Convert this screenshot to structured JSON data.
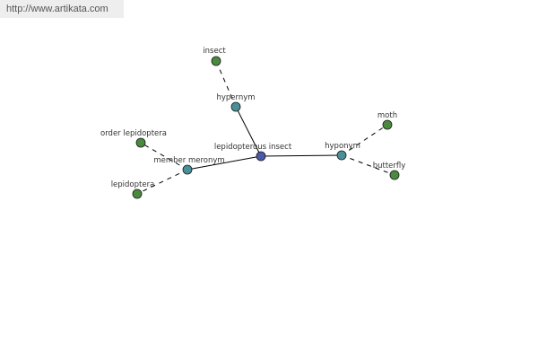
{
  "banner": {
    "url_text": "http://www.artikata.com"
  },
  "colors": {
    "root_node": "#4a5aa8",
    "relation_node": "#4a9098",
    "leaf_node": "#4a8a3e",
    "node_stroke": "#1a1a1a",
    "edge": "#000000",
    "label": "#333333"
  },
  "graph": {
    "nodes": [
      {
        "id": "root",
        "label": "lepidopterous insect",
        "kind": "root"
      },
      {
        "id": "hypernym",
        "label": "hypernym",
        "kind": "relation"
      },
      {
        "id": "hyponym",
        "label": "hyponym",
        "kind": "relation"
      },
      {
        "id": "member-meronym",
        "label": "member meronym",
        "kind": "relation"
      },
      {
        "id": "insect",
        "label": "insect",
        "kind": "leaf"
      },
      {
        "id": "moth",
        "label": "moth",
        "kind": "leaf"
      },
      {
        "id": "butterfly",
        "label": "butterfly",
        "kind": "leaf"
      },
      {
        "id": "order-lepidoptera",
        "label": "order lepidoptera",
        "kind": "leaf"
      },
      {
        "id": "lepidoptera",
        "label": "lepidoptera",
        "kind": "leaf"
      }
    ],
    "edges": [
      {
        "from": "root",
        "to": "hypernym",
        "style": "solid"
      },
      {
        "from": "root",
        "to": "hyponym",
        "style": "solid"
      },
      {
        "from": "root",
        "to": "member-meronym",
        "style": "solid"
      },
      {
        "from": "hypernym",
        "to": "insect",
        "style": "dashed"
      },
      {
        "from": "hyponym",
        "to": "moth",
        "style": "dashed"
      },
      {
        "from": "hyponym",
        "to": "butterfly",
        "style": "dashed"
      },
      {
        "from": "member-meronym",
        "to": "order-lepidoptera",
        "style": "dashed"
      },
      {
        "from": "member-meronym",
        "to": "lepidoptera",
        "style": "dashed"
      }
    ]
  }
}
